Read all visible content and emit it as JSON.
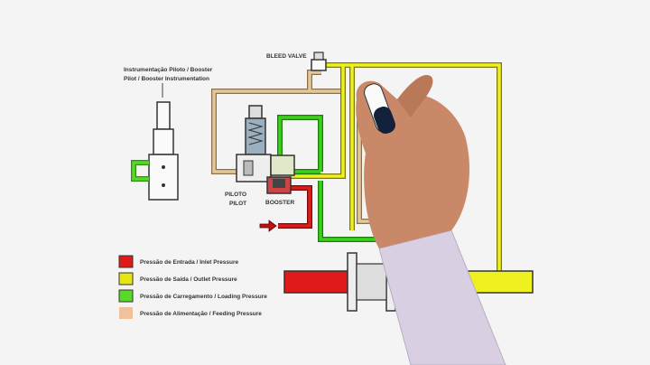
{
  "diagram": {
    "instrumentation_label": [
      "Instrumentação Piloto / Booster",
      "Pilot / Booster Instrumentation"
    ],
    "bleed_valve_label": "BLEED VALVE",
    "pilot_label": [
      "PILOTO",
      "PILOT"
    ],
    "booster_label": "BOOSTER",
    "colors": {
      "inlet": "#e01a1a",
      "outlet": "#e6e614",
      "loading": "#3ccf1e",
      "feeding": "#d9b98a"
    }
  },
  "legend": [
    {
      "label": "Pressão de Entrada / Inlet Pressure",
      "color": "#e01a1a"
    },
    {
      "label": "Pressão de Saída / Outlet Pressure",
      "color": "#e6e614"
    },
    {
      "label": "Pressão de Carregamento / Loading Pressure",
      "color": "#5ad82a"
    },
    {
      "label": "Pressão de Alimentação / Feeding Pressure",
      "color": "#f0c29a"
    }
  ]
}
